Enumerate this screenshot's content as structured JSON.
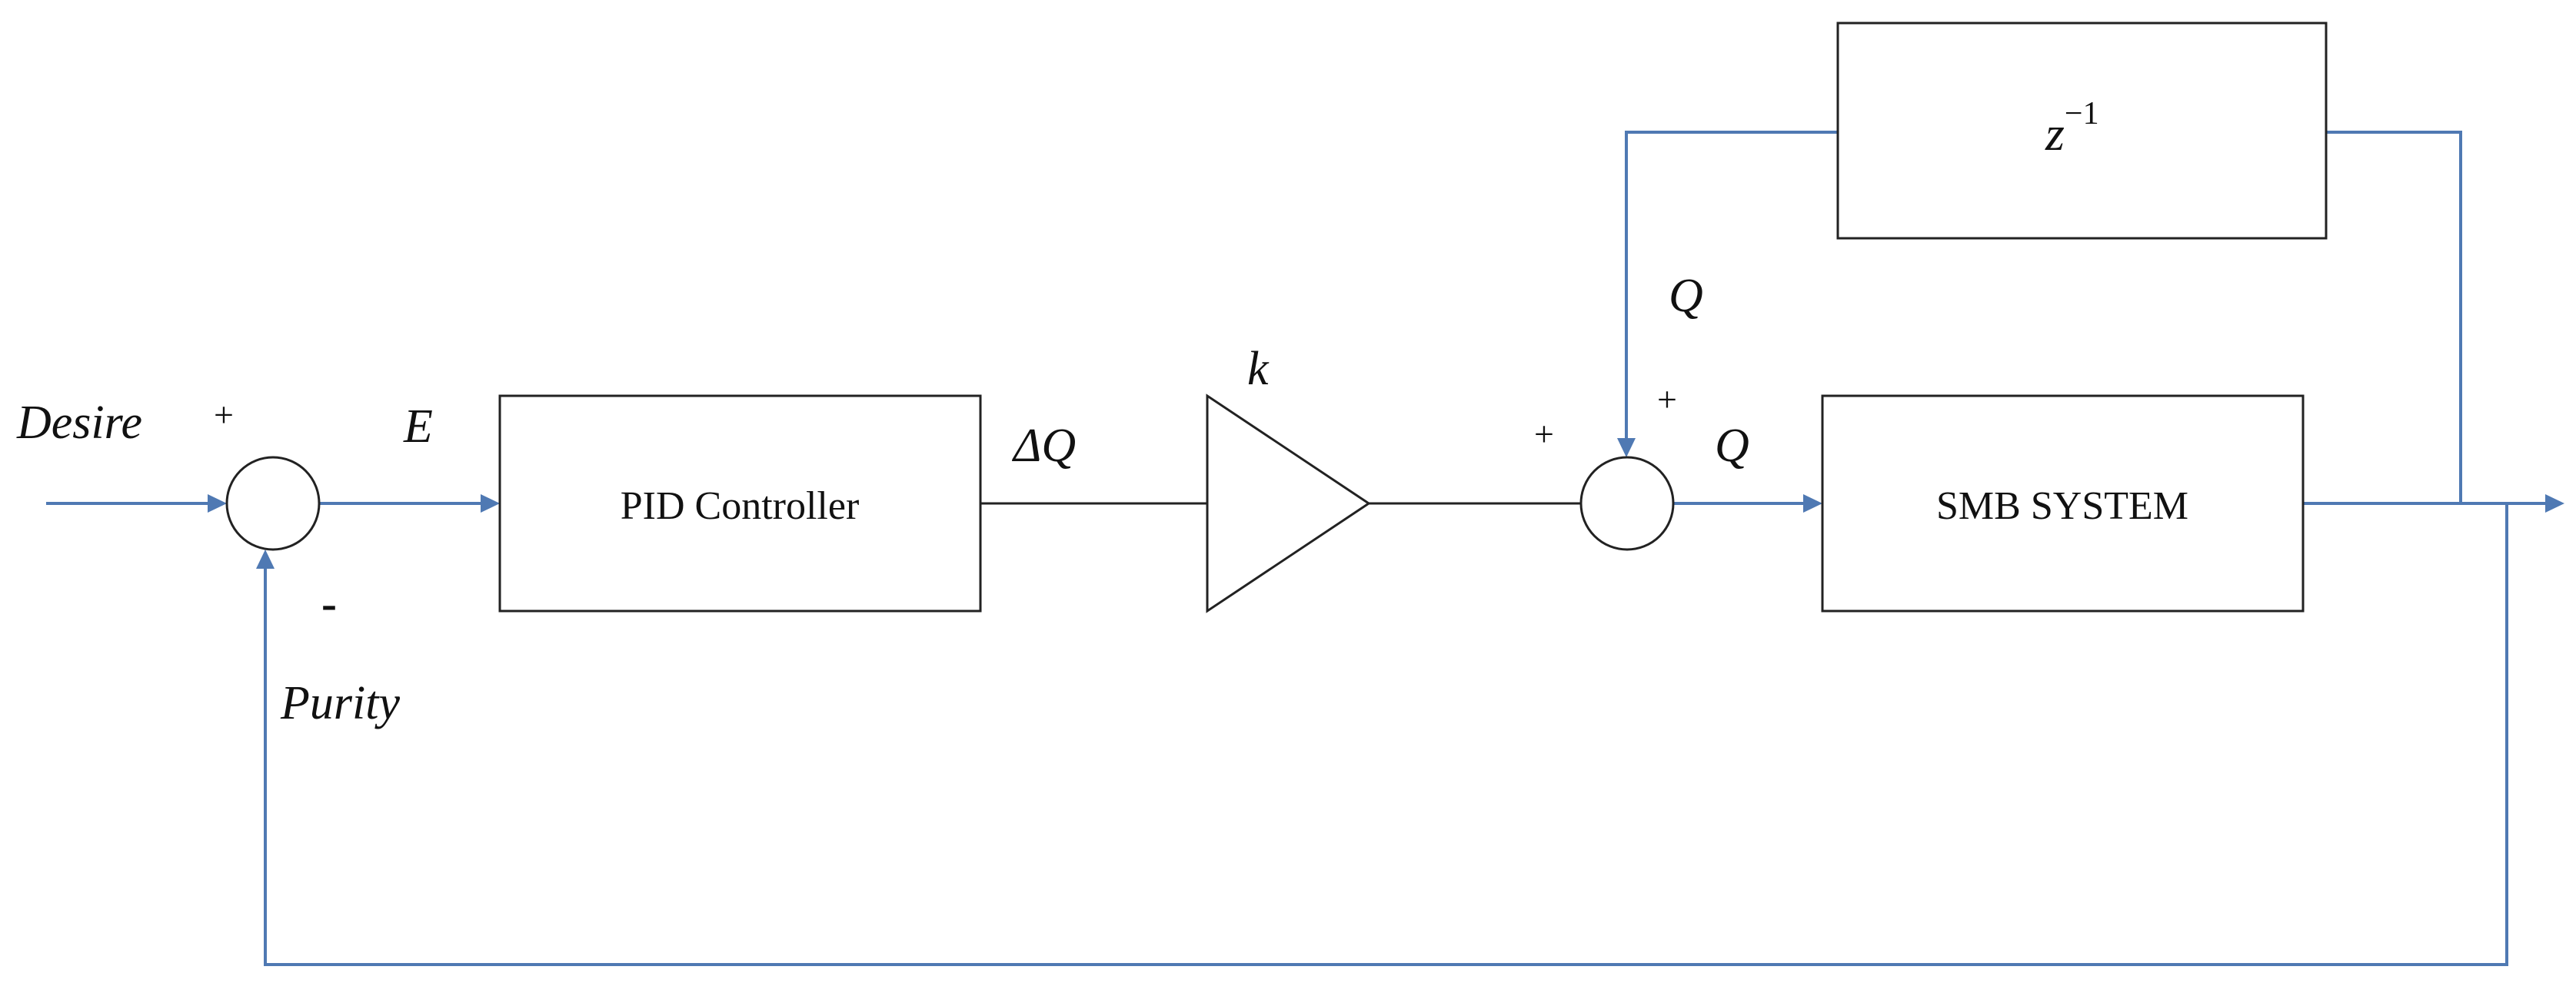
{
  "signals": {
    "desire": "Desire",
    "error": "E",
    "delta_q": "ΔQ",
    "gain": "k",
    "q_feedback": "Q",
    "q_forward": "Q",
    "purity": "Purity"
  },
  "signs": {
    "sum1_plus": "+",
    "sum1_minus": "-",
    "sum2_left_plus": "+",
    "sum2_top_plus": "+"
  },
  "blocks": {
    "pid": "PID Controller",
    "smb": "SMB SYSTEM",
    "delay_base": "z",
    "delay_exp": "−1"
  },
  "colors": {
    "signal_line": "#4f79b3",
    "block_stroke": "#222222"
  }
}
